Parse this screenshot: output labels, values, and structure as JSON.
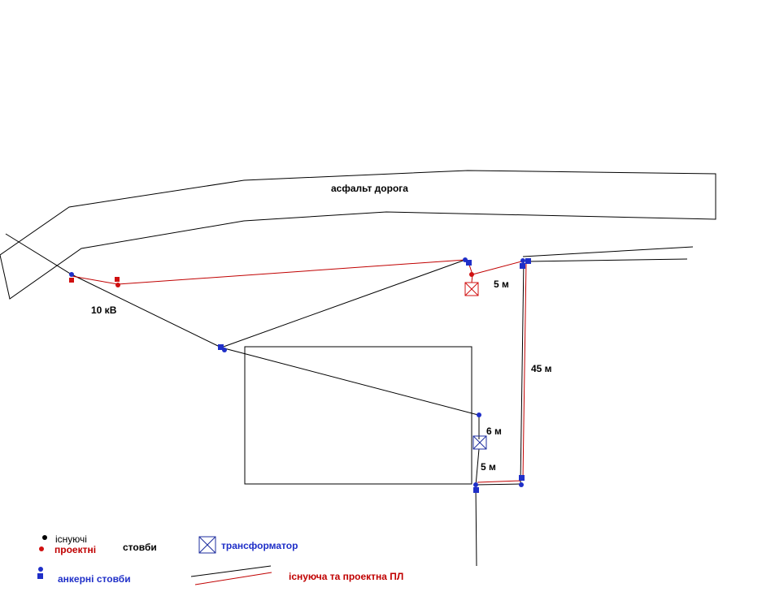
{
  "labels": {
    "road": "асфальт дорога",
    "voltage": "10 кВ",
    "dist_5m_top": "5 м",
    "dist_45m": "45 м",
    "dist_6m": "6 м",
    "dist_5m_bottom": "5 м"
  },
  "legend": {
    "existing": "існуючі",
    "projected": "проектні",
    "poles": "стовби",
    "anchor_poles": "анкерні стовби",
    "transformer": "трансформатор",
    "lines": "існуюча та проектна ПЛ"
  },
  "colors": {
    "existing_line": "#000000",
    "projected_line": "#c00000",
    "anchor_pole": "#1f2fc8",
    "existing_pole": "#1f2fc8",
    "projected_pole": "#d01010",
    "transformer_existing": "#1f2f9f",
    "transformer_projected": "#d01010"
  },
  "icons": {
    "pole": "dot-icon",
    "anchor_pole": "square-icon",
    "transformer": "crossed-box-icon"
  }
}
